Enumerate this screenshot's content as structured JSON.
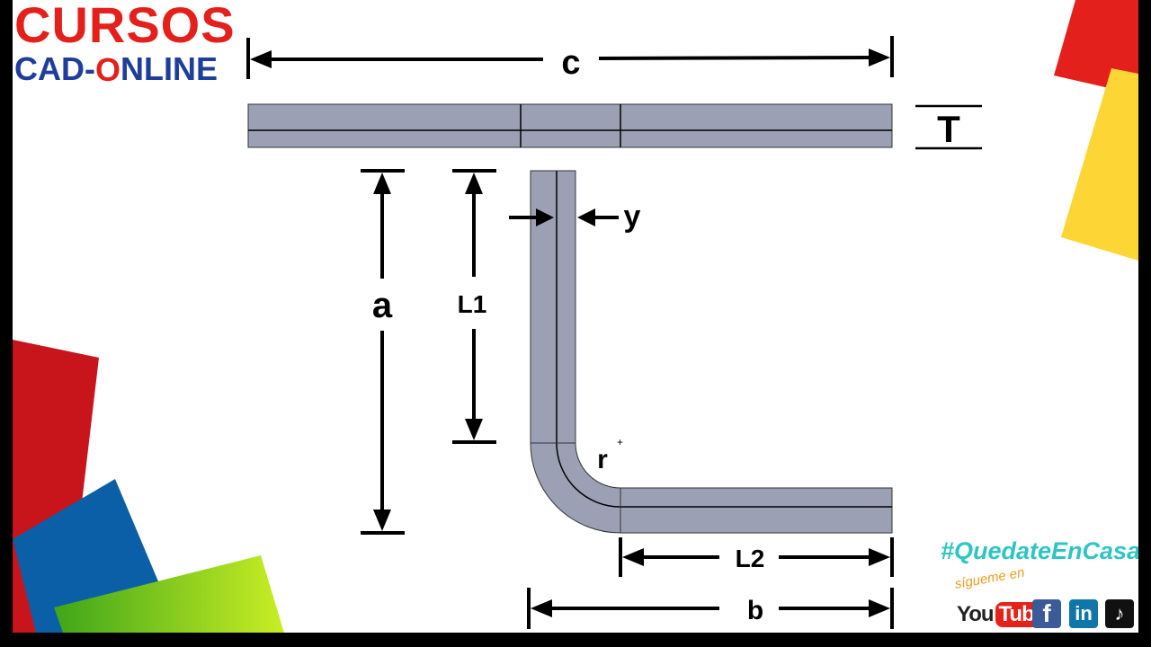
{
  "logo": {
    "line1": "CURSOS",
    "line2_prefix": "CAD-",
    "line2_gear": "O",
    "line2_suffix": "NLINE"
  },
  "dimensions": {
    "c": "c",
    "T": "T",
    "y": "y",
    "a": "a",
    "L1": "L1",
    "r": "r",
    "L2": "L2",
    "b": "b"
  },
  "social": {
    "hashtag": "#QuedateEnCasa",
    "follow_text": "sígueme en",
    "youtube_you": "You",
    "youtube_tube": "Tube",
    "facebook_glyph": "f",
    "linkedin_glyph": "in",
    "tiktok_glyph": "♪"
  },
  "colors": {
    "part_fill": "#9ba0b4",
    "dimension_line": "#000000",
    "logo_red": "#e3201b",
    "logo_blue": "#1f3e9c",
    "hashtag": "#2fc4c4",
    "deco_red": "#c8141b",
    "deco_blue": "#0a5fa6",
    "deco_green": "#7dc51a",
    "deco_yellow": "#fdd535"
  }
}
